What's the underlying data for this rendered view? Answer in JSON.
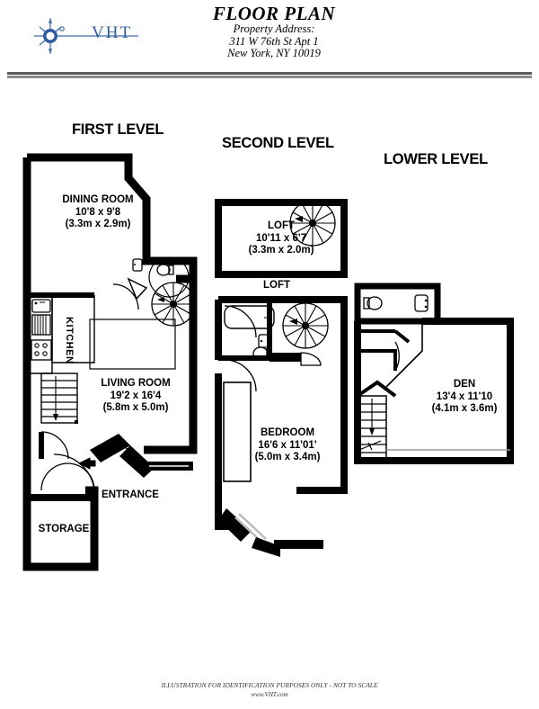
{
  "header": {
    "logo_text": "VHT",
    "logo_icon": "compass-starburst-icon",
    "title": "FLOOR PLAN",
    "address_label": "Property Address:",
    "address_line1": "311 W 76th St Apt 1",
    "address_line2": "New York, NY 10019"
  },
  "levels": [
    {
      "id": "first",
      "heading": "FIRST LEVEL"
    },
    {
      "id": "second",
      "heading": "SECOND LEVEL"
    },
    {
      "id": "lower",
      "heading": "LOWER LEVEL"
    }
  ],
  "rooms": [
    {
      "id": "dining-room",
      "level": "first",
      "name": "DINING ROOM",
      "dim_imperial": "10'8 x 9'8",
      "dim_metric": "(3.3m x 2.9m)"
    },
    {
      "id": "kitchen",
      "level": "first",
      "name": "KITCHEN",
      "dim_imperial": "",
      "dim_metric": ""
    },
    {
      "id": "living-room",
      "level": "first",
      "name": "LIVING ROOM",
      "dim_imperial": "19'2 x 16'4",
      "dim_metric": "(5.8m x 5.0m)"
    },
    {
      "id": "entrance",
      "level": "first",
      "name": "ENTRANCE",
      "dim_imperial": "",
      "dim_metric": ""
    },
    {
      "id": "storage",
      "level": "first",
      "name": "STORAGE",
      "dim_imperial": "",
      "dim_metric": ""
    },
    {
      "id": "loft",
      "level": "second",
      "name": "LOFT",
      "dim_imperial": "10'11 x 6'7",
      "dim_metric": "(3.3m x 2.0m)"
    },
    {
      "id": "loft-below-label",
      "level": "second",
      "name": "LOFT",
      "dim_imperial": "",
      "dim_metric": ""
    },
    {
      "id": "bedroom",
      "level": "second",
      "name": "BEDROOM",
      "dim_imperial": "16'6 x 11'01'",
      "dim_metric": "(5.0m x 3.4m)"
    },
    {
      "id": "den",
      "level": "lower",
      "name": "DEN",
      "dim_imperial": "13'4 x 11'10",
      "dim_metric": "(4.1m x 3.6m)"
    }
  ],
  "fixtures": [
    {
      "id": "kitchen-sink",
      "icon": "sink-icon",
      "level": "first"
    },
    {
      "id": "kitchen-range",
      "icon": "stove-icon",
      "level": "first"
    },
    {
      "id": "powder-toilet",
      "icon": "toilet-icon",
      "level": "first"
    },
    {
      "id": "powder-sink",
      "icon": "sink-icon",
      "level": "first"
    },
    {
      "id": "first-spiral-stair",
      "icon": "spiral-stair-icon",
      "level": "first"
    },
    {
      "id": "first-straight-stair",
      "icon": "stair-icon",
      "level": "first"
    },
    {
      "id": "loft-spiral-stair",
      "icon": "spiral-stair-icon",
      "level": "second"
    },
    {
      "id": "bath-tub",
      "icon": "bathtub-icon",
      "level": "second"
    },
    {
      "id": "bath-sink",
      "icon": "sink-icon",
      "level": "second"
    },
    {
      "id": "bath-toilet",
      "icon": "toilet-icon",
      "level": "second"
    },
    {
      "id": "second-spiral-stair",
      "icon": "spiral-stair-icon",
      "level": "second"
    },
    {
      "id": "lower-toilet",
      "icon": "toilet-icon",
      "level": "lower"
    },
    {
      "id": "lower-sink",
      "icon": "sink-icon",
      "level": "lower"
    },
    {
      "id": "lower-stair",
      "icon": "stair-icon",
      "level": "lower"
    }
  ],
  "colors": {
    "wall": "#000000",
    "paper": "#ffffff",
    "logo_blue": "#2f5c9e",
    "rule_dark": "#5a5a5a",
    "rule_light": "#8c8c8c",
    "footer_text": "#333333"
  },
  "footer": {
    "disclaimer": "ILLUSTRATION FOR IDENTIFICATION PURPOSES ONLY - NOT TO SCALE",
    "website": "www.VHT.com"
  }
}
